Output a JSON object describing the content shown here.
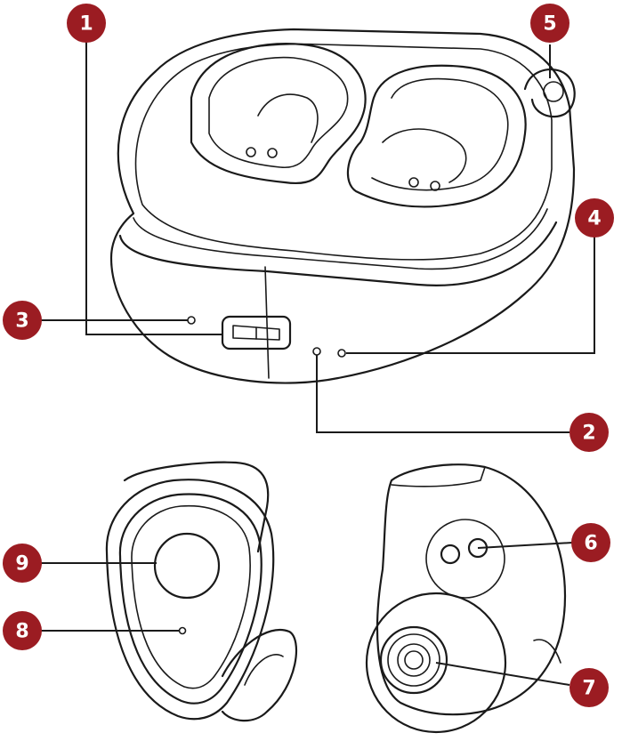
{
  "colors": {
    "marker": "#9b1c22",
    "marker_text": "#ffffff",
    "outline": "#1a1a1a"
  },
  "callouts": [
    {
      "id": "1",
      "label": "1"
    },
    {
      "id": "2",
      "label": "2"
    },
    {
      "id": "3",
      "label": "3"
    },
    {
      "id": "4",
      "label": "4"
    },
    {
      "id": "5",
      "label": "5"
    },
    {
      "id": "6",
      "label": "6"
    },
    {
      "id": "7",
      "label": "7"
    },
    {
      "id": "8",
      "label": "8"
    },
    {
      "id": "9",
      "label": "9"
    }
  ]
}
